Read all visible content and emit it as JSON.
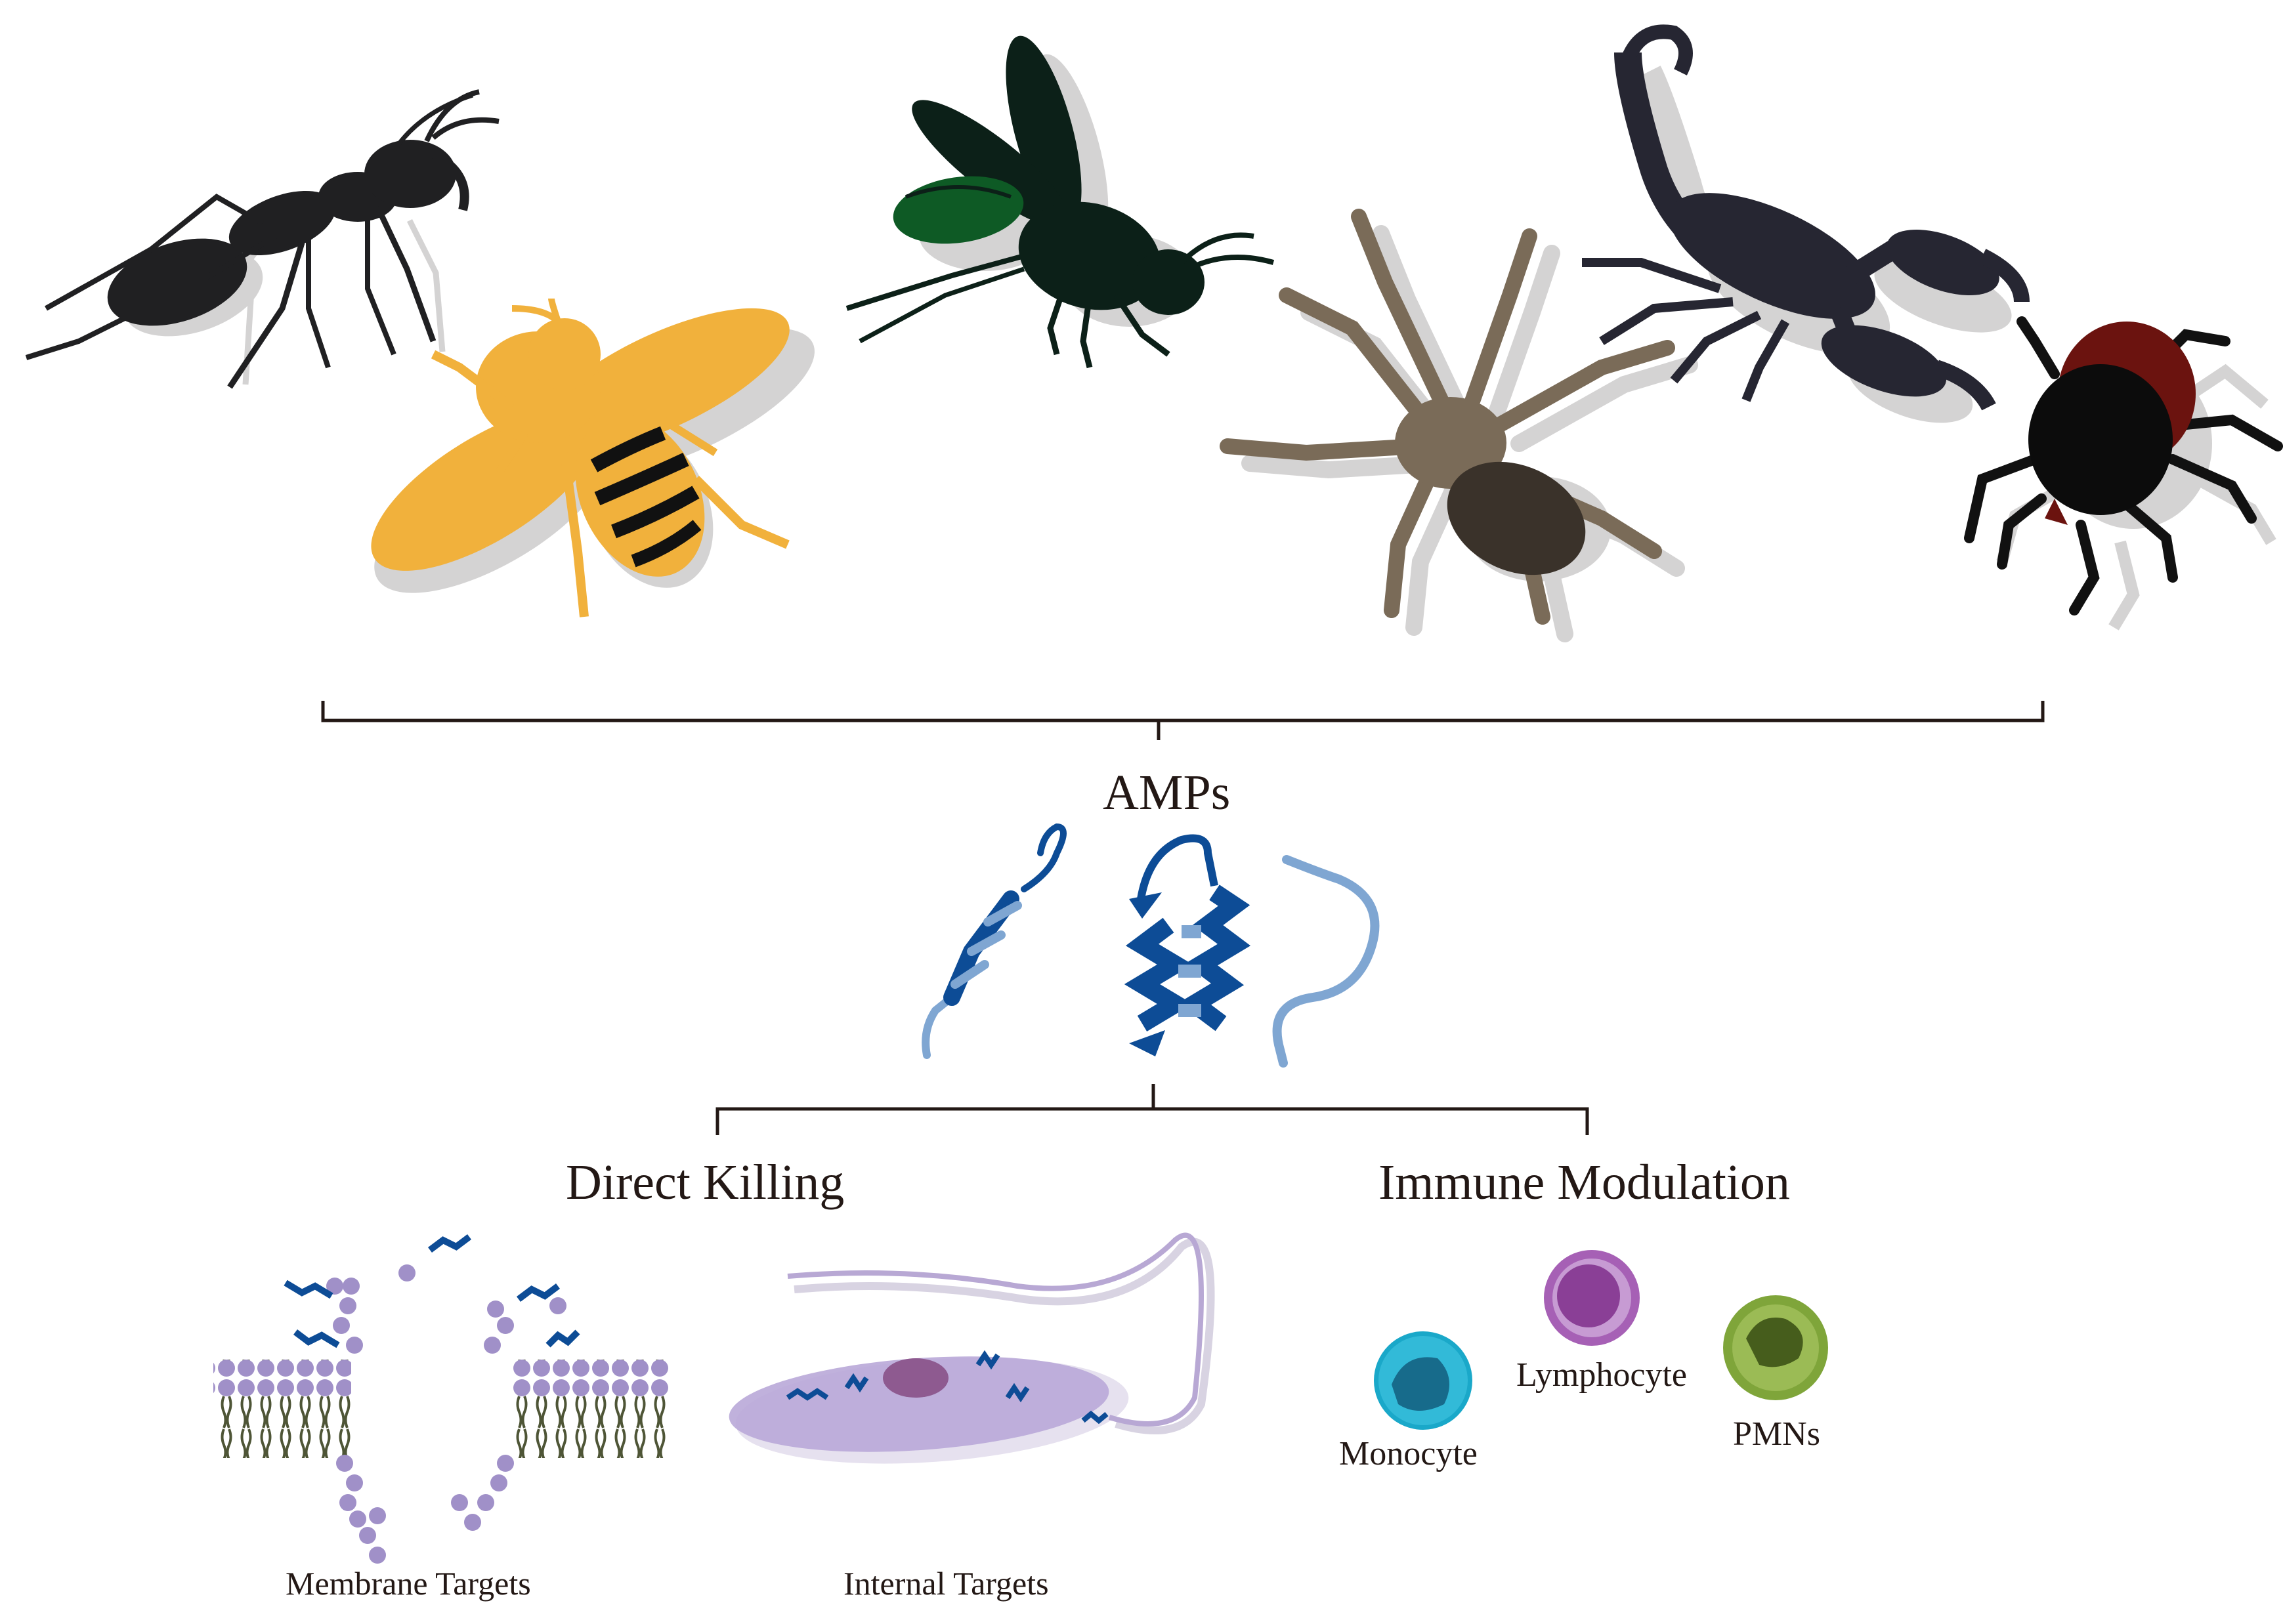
{
  "diagram": {
    "organisms": [
      "ant-icon",
      "bee-icon",
      "wasp-icon",
      "spider-icon",
      "scorpion-icon",
      "tick-icon"
    ],
    "amps_label": "AMPs",
    "branches": {
      "direct_killing": "Direct Killing",
      "immune_modulation": "Immune Modulation"
    },
    "targets": {
      "membrane": "Membrane Targets",
      "internal": "Internal Targets"
    },
    "cells": {
      "monocyte": "Monocyte",
      "lymphocyte": "Lymphocyte",
      "pmns": "PMNs"
    },
    "colors": {
      "bee": "#f1b13c",
      "wasp_green": "#0e5a25",
      "peptide_dark": "#0d4c96",
      "peptide_light": "#7fa6d2",
      "membrane": "#9b8bbf",
      "monocyte": "#1aa8c9",
      "lymphocyte": "#a660b5",
      "pmn": "#7fa53a"
    }
  }
}
